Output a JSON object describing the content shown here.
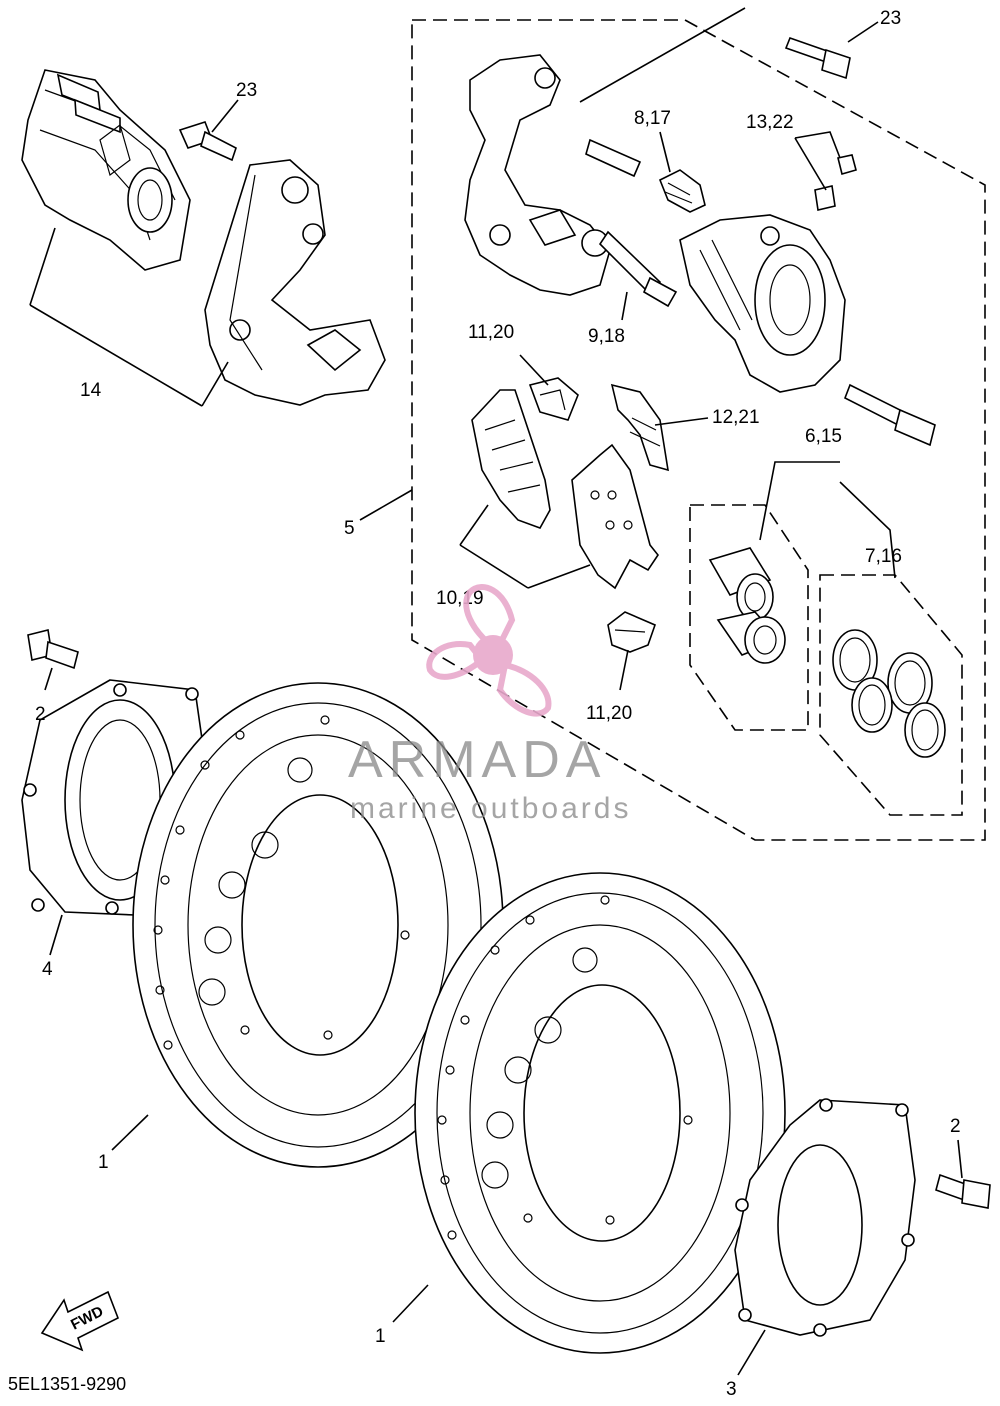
{
  "diagram": {
    "drawing_code": "5EL1351-9290",
    "direction_label": "FWD",
    "callouts": {
      "c1a": "1",
      "c1b": "1",
      "c2a": "2",
      "c2b": "2",
      "c3": "3",
      "c4": "4",
      "c5": "5",
      "c6_15": "6,15",
      "c7_16": "7,16",
      "c8_17": "8,17",
      "c9_18": "9,18",
      "c10_19": "10,19",
      "c11_20a": "11,20",
      "c11_20b": "11,20",
      "c12_21": "12,21",
      "c13_22": "13,22",
      "c14": "14",
      "c23a": "23",
      "c23b": "23"
    }
  },
  "watermark": {
    "brand": "ARMADA",
    "tagline": "marine outboards",
    "colors": {
      "propeller": "#e8a9cc",
      "text": "#8a8a8a"
    }
  }
}
